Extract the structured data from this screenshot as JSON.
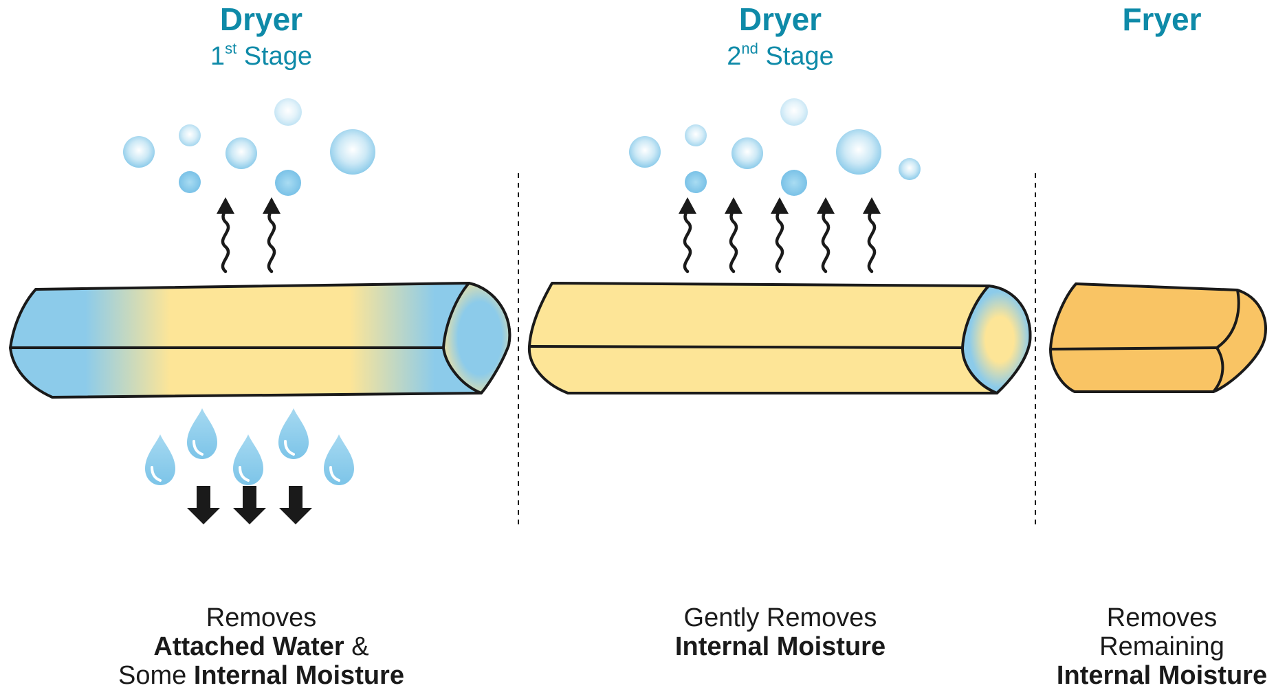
{
  "stages": [
    {
      "title": "Dryer",
      "sub_num": "1",
      "sub_sup": "st",
      "sub_word": "Stage",
      "desc_line1": "Removes",
      "desc_line2_bold": "Attached Water",
      "desc_line2_tail": " &",
      "desc_line3_pre": "Some ",
      "desc_line3_bold": "Internal Moisture"
    },
    {
      "title": "Dryer",
      "sub_num": "2",
      "sub_sup": "nd",
      "sub_word": "Stage",
      "desc_line1": "Gently Removes",
      "desc_line2_bold": "Internal Moisture"
    },
    {
      "title": "Fryer",
      "desc_line1": "Removes",
      "desc_line2": "Remaining",
      "desc_line3_bold": "Internal Moisture"
    }
  ],
  "colors": {
    "title": "#0e8aa8",
    "water_blue": "#8ccbea",
    "potato_yellow": "#fde597",
    "fried_orange": "#f9c464",
    "outline": "#1a1a1a"
  },
  "icons": {
    "vapor": "vapor-bubble-icon",
    "steam_arrow": "wavy-up-arrow-icon",
    "drop": "water-drop-icon",
    "down_arrow": "down-arrow-icon"
  }
}
